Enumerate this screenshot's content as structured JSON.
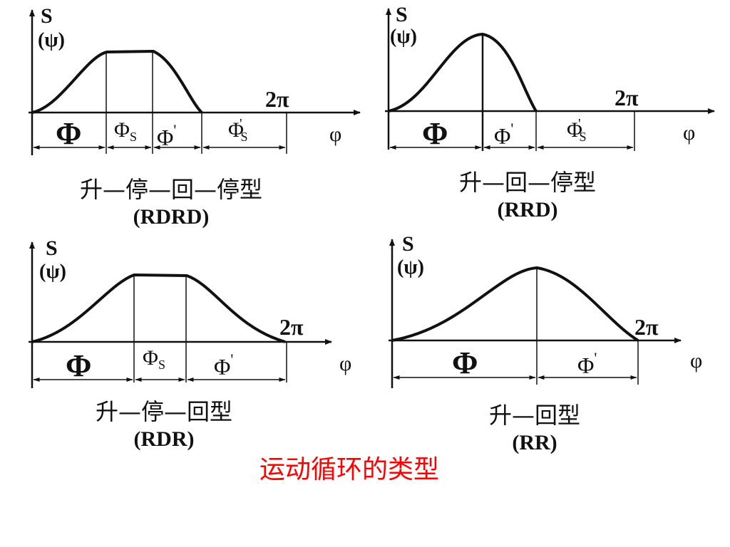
{
  "page": {
    "title": "运动循环的类型",
    "title_color": "#ff0000"
  },
  "labels": {
    "s": "S",
    "psi": "(ψ)",
    "two_pi": "2π",
    "phi_small": "φ",
    "Phi": "Φ",
    "Phi_s": "Φ",
    "s_sub": "S",
    "Phi_prime": "Φ",
    "prime": "'",
    "Phi_s_prime": "Φ"
  },
  "diagrams": [
    {
      "id": "rdrd",
      "name": "升—停—回—停型",
      "code": "(RDRD)"
    },
    {
      "id": "rrd",
      "name": "升—回—停型",
      "code": "(RRD)"
    },
    {
      "id": "rdr",
      "name": "升—停—回型",
      "code": "(RDR)"
    },
    {
      "id": "rr",
      "name": "升—回型",
      "code": "(RR)"
    }
  ]
}
